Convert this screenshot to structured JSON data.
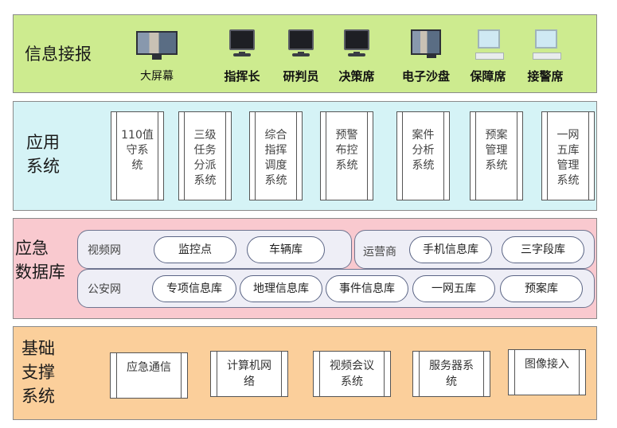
{
  "layers": {
    "info": {
      "title": "信息接报",
      "terminals": [
        {
          "label": "大屏幕",
          "icon": "video-wall-icon"
        },
        {
          "label": "指挥长",
          "icon": "monitor-icon"
        },
        {
          "label": "研判员",
          "icon": "monitor-icon"
        },
        {
          "label": "决策席",
          "icon": "monitor-icon"
        },
        {
          "label": "电子沙盘",
          "icon": "display-screen-icon"
        },
        {
          "label": "保障席",
          "icon": "computer-icon"
        },
        {
          "label": "接警席",
          "icon": "computer-icon"
        }
      ]
    },
    "apps": {
      "title": "应用\n系统",
      "systems": [
        "110值守系统",
        "三级任务分派系统",
        "综合指挥调度系统",
        "预警布控系统",
        "案件分析系统",
        "预案管理系统",
        "一网五库管理系统"
      ]
    },
    "db": {
      "title": "应急\n数据库",
      "video_group": {
        "label": "视频网",
        "items": [
          "监控点",
          "车辆库"
        ]
      },
      "carrier_group": {
        "label": "运营商",
        "items": [
          "手机信息库",
          "三字段库"
        ]
      },
      "police_group": {
        "label": "公安网",
        "items": [
          "专项信息库",
          "地理信息库",
          "事件信息库",
          "一网五库",
          "预案库"
        ]
      }
    },
    "support": {
      "title": "基础\n支撑\n系统",
      "systems": [
        "应急通信",
        "计算机网络",
        "视频会议系统",
        "服务器系统",
        "图像接入"
      ]
    }
  },
  "colors": {
    "info_bg": "#cdeb8f",
    "apps_bg": "#d5f3f6",
    "db_bg": "#f9c9cf",
    "support_bg": "#fbcf9b"
  }
}
